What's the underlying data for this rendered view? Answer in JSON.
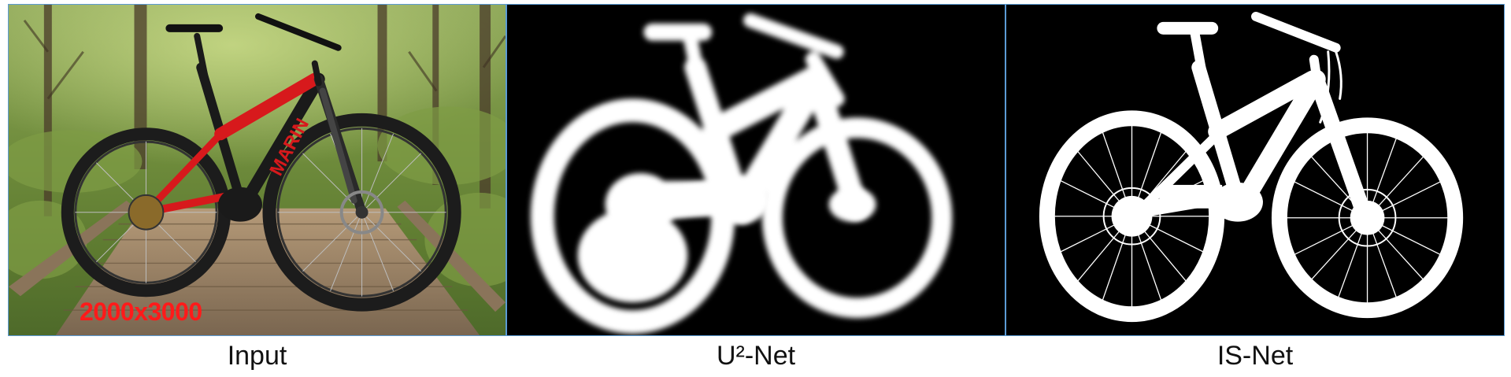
{
  "panels": [
    {
      "id": "input",
      "caption": "Input",
      "resolution": "2000x3000",
      "brand_lettering": "MARIN"
    },
    {
      "id": "u2net",
      "caption": "U²-Net"
    },
    {
      "id": "isnet",
      "caption": "IS-Net"
    }
  ],
  "colors": {
    "panel_border": "#5b9bd5",
    "resolution_text": "#ff1a1a",
    "mask_background": "#000000",
    "mask_foreground": "#ffffff",
    "bike_frame_red": "#d7191c",
    "bike_frame_black": "#1a1a1a"
  },
  "icons": [
    "bicycle-photo",
    "bicycle-mask-blurry",
    "bicycle-mask-detailed"
  ]
}
